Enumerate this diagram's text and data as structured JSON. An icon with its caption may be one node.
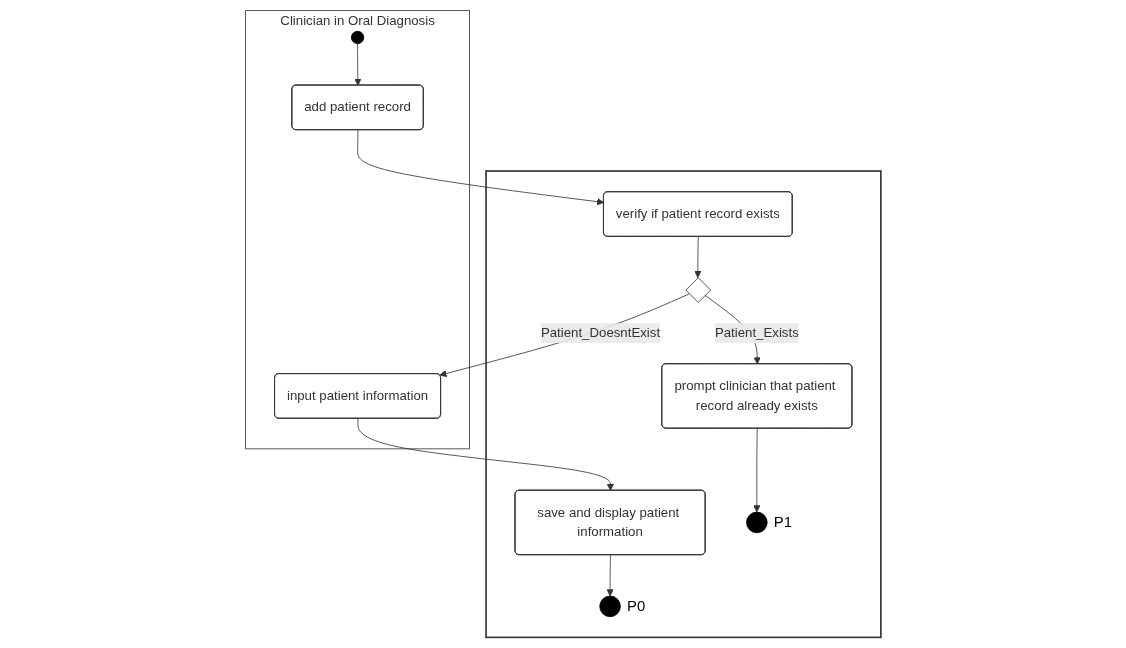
{
  "diagram": {
    "nodes": [
      {
        "text": [
          "Clinician in Oral Diagnosis"
        ]
      },
      {
        "text": [],
        "shape": "box"
      },
      {
        "text": [],
        "shape": "circle",
        "in": 0
      },
      {
        "text": [
          "add patient record"
        ],
        "in": 0
      },
      {
        "text": [
          "verify if patient record exists"
        ],
        "in": 1
      },
      {
        "text": [],
        "shape": "diamond",
        "in": 1
      },
      {
        "text": [
          "input patient information"
        ],
        "in": 0
      },
      {
        "text": [
          "prompt clinician that patient record already exists"
        ],
        "in": 1
      },
      {
        "text": [
          "save and display patient information"
        ],
        "in": 1
      },
      {
        "text": [],
        "shape": "circle",
        "beside": [
          "P1"
        ],
        "in": 1
      },
      {
        "text": [],
        "shape": "circle",
        "beside": [
          "P0"
        ],
        "in": 1
      }
    ],
    "edges": [
      {
        "from": 2,
        "to": 3,
        "arrow": "to"
      },
      {
        "from": 3,
        "to": 4,
        "arrow": "to"
      },
      {
        "from": 4,
        "to": 5,
        "arrow": "to"
      },
      {
        "from": 5,
        "to": 6,
        "label": "Patient_DoesntExist",
        "arrow": "to"
      },
      {
        "from": 5,
        "to": 7,
        "label": "Patient_Exists",
        "arrow": "to"
      },
      {
        "from": 6,
        "to": 8,
        "arrow": "to"
      },
      {
        "from": 7,
        "to": 9,
        "arrow": "to"
      },
      {
        "from": 8,
        "to": 10,
        "arrow": "to"
      }
    ]
  }
}
